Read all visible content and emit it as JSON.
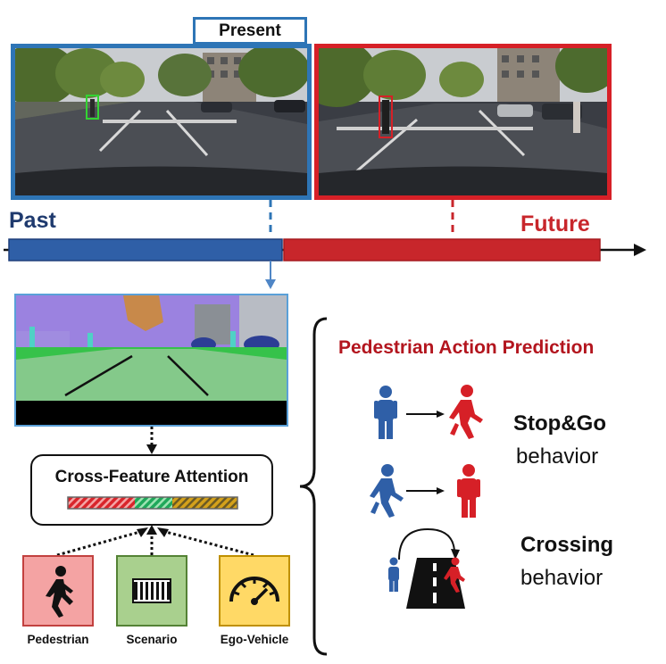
{
  "timeline": {
    "present_label": "Present",
    "past_label": "Past",
    "future_label": "Future"
  },
  "attention": {
    "title": "Cross-Feature Attention"
  },
  "inputs": {
    "pedestrian": "Pedestrian",
    "scenario": "Scenario",
    "ego_vehicle": "Ego-Vehicle"
  },
  "prediction": {
    "title": "Pedestrian Action Prediction",
    "stop_go_title": "Stop&Go",
    "stop_go_sub": "behavior",
    "crossing_title": "Crossing",
    "crossing_sub": "behavior"
  },
  "colors": {
    "past_blue": "#2f5fa7",
    "future_red": "#c8262b",
    "title_red": "#b3151e",
    "past_text": "#1f3a6e",
    "ped_box": "#f4a3a3",
    "scen_box": "#a9d08e",
    "ego_box": "#ffd966"
  }
}
